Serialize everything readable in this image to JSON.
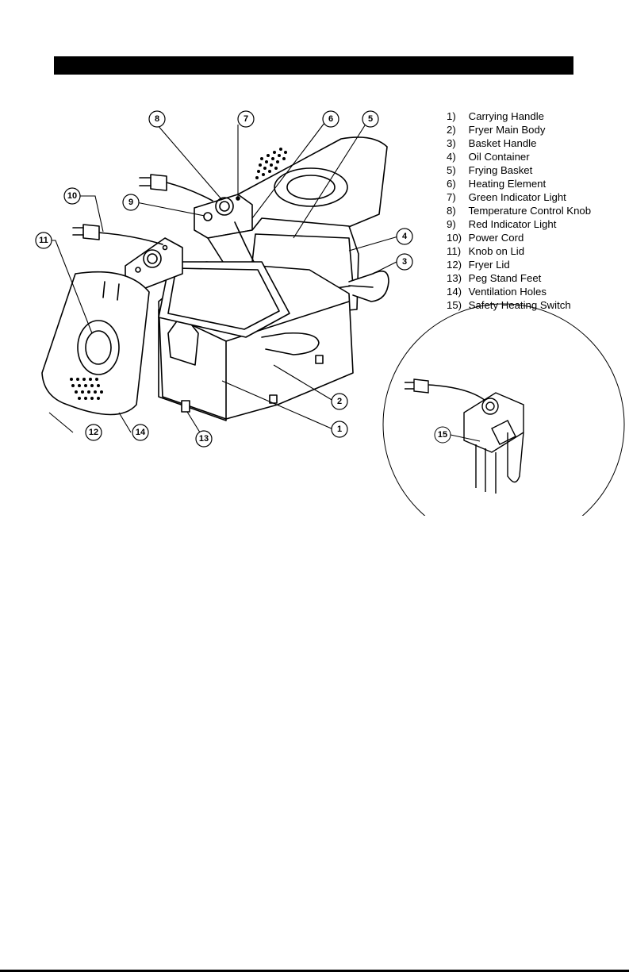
{
  "parts": [
    {
      "num": "1)",
      "label": "Carrying Handle"
    },
    {
      "num": "2)",
      "label": "Fryer Main Body"
    },
    {
      "num": "3)",
      "label": "Basket Handle"
    },
    {
      "num": "4)",
      "label": "Oil Container"
    },
    {
      "num": "5)",
      "label": "Frying Basket"
    },
    {
      "num": "6)",
      "label": "Heating Element"
    },
    {
      "num": "7)",
      "label": "Green Indicator Light"
    },
    {
      "num": "8)",
      "label": "Temperature Control Knob"
    },
    {
      "num": "9)",
      "label": "Red Indicator Light"
    },
    {
      "num": "10)",
      "label": "Power Cord"
    },
    {
      "num": "11)",
      "label": "Knob on Lid"
    },
    {
      "num": "12)",
      "label": "Fryer Lid"
    },
    {
      "num": "13)",
      "label": "Peg Stand Feet"
    },
    {
      "num": "14)",
      "label": "Ventilation Holes"
    },
    {
      "num": "15)",
      "label": "Safety Heating Switch"
    }
  ],
  "callouts": {
    "c1": "1",
    "c2": "2",
    "c3": "3",
    "c4": "4",
    "c5": "5",
    "c6": "6",
    "c7": "7",
    "c8": "8",
    "c9": "9",
    "c10": "10",
    "c11": "11",
    "c12": "12",
    "c13": "13",
    "c14": "14",
    "c15": "15"
  }
}
